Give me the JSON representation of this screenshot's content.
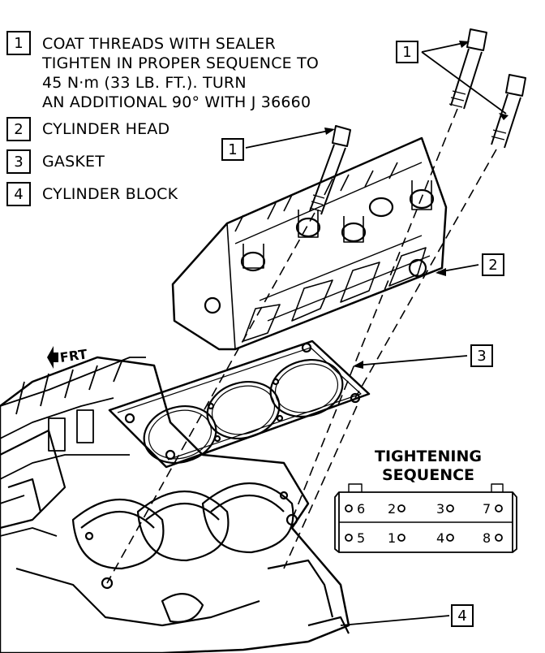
{
  "legend": [
    {
      "num": "1",
      "lines": [
        "COAT THREADS WITH SEALER",
        "TIGHTEN IN PROPER SEQUENCE TO",
        "45 N·m (33 LB. FT.). TURN",
        "AN ADDITIONAL 90° WITH J 36660"
      ]
    },
    {
      "num": "2",
      "lines": [
        "CYLINDER HEAD"
      ]
    },
    {
      "num": "3",
      "lines": [
        "GASKET"
      ]
    },
    {
      "num": "4",
      "lines": [
        "CYLINDER BLOCK"
      ]
    }
  ],
  "callouts": {
    "bolt_top": "1",
    "bolt_left": "1",
    "head": "2",
    "gasket": "3",
    "block": "4"
  },
  "front_label": "FRT",
  "sequence": {
    "title_line1": "TIGHTENING",
    "title_line2": "SEQUENCE",
    "top_row": [
      "6",
      "2",
      "3",
      "7"
    ],
    "bottom_row": [
      "5",
      "1",
      "4",
      "8"
    ]
  }
}
